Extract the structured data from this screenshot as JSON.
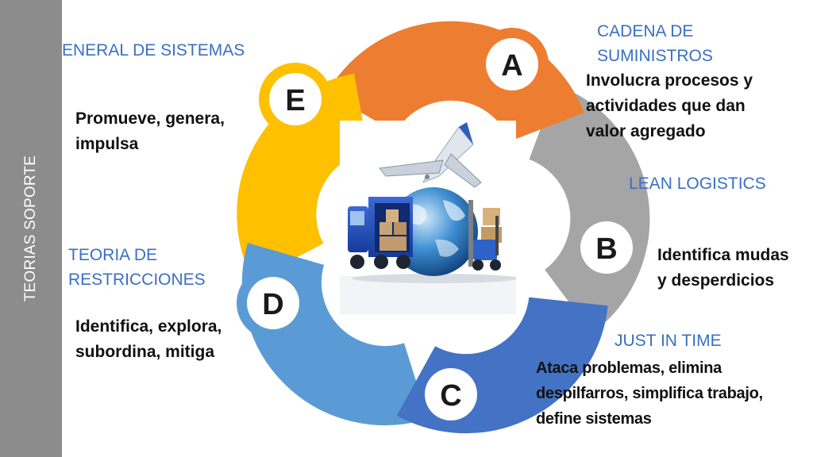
{
  "sidebar": {
    "label": "TEORIAS SOPORTE"
  },
  "colors": {
    "a": "#ed7d31",
    "b": "#a5a5a5",
    "c": "#4472c4",
    "d": "#5b9bd5",
    "e": "#ffc000",
    "title": "#3a6fc4",
    "sidebar": "#8c8c8c"
  },
  "segments": [
    {
      "letter": "A",
      "title_lines": [
        "CADENA DE",
        "SUMINISTROS"
      ],
      "desc_lines": [
        "Involucra procesos y",
        "actividades que dan",
        "valor agregado"
      ]
    },
    {
      "letter": "B",
      "title_lines": [
        "LEAN LOGISTICS"
      ],
      "desc_lines": [
        "Identifica mudas",
        "y desperdicios"
      ]
    },
    {
      "letter": "C",
      "title_lines": [
        "JUST IN TIME"
      ],
      "desc_lines": [
        "Ataca problemas, elimina",
        "despilfarros, simplifica trabajo,",
        "define sistemas"
      ]
    },
    {
      "letter": "D",
      "title_lines": [
        "TEORIA DE",
        "RESTRICCIONES"
      ],
      "desc_lines": [
        "Identifica, explora,",
        "subordina, mitiga"
      ]
    },
    {
      "letter": "E",
      "title_lines": [
        "ENERAL DE SISTEMAS"
      ],
      "desc_lines": [
        "Promueve, genera,",
        "impulsa"
      ]
    }
  ]
}
